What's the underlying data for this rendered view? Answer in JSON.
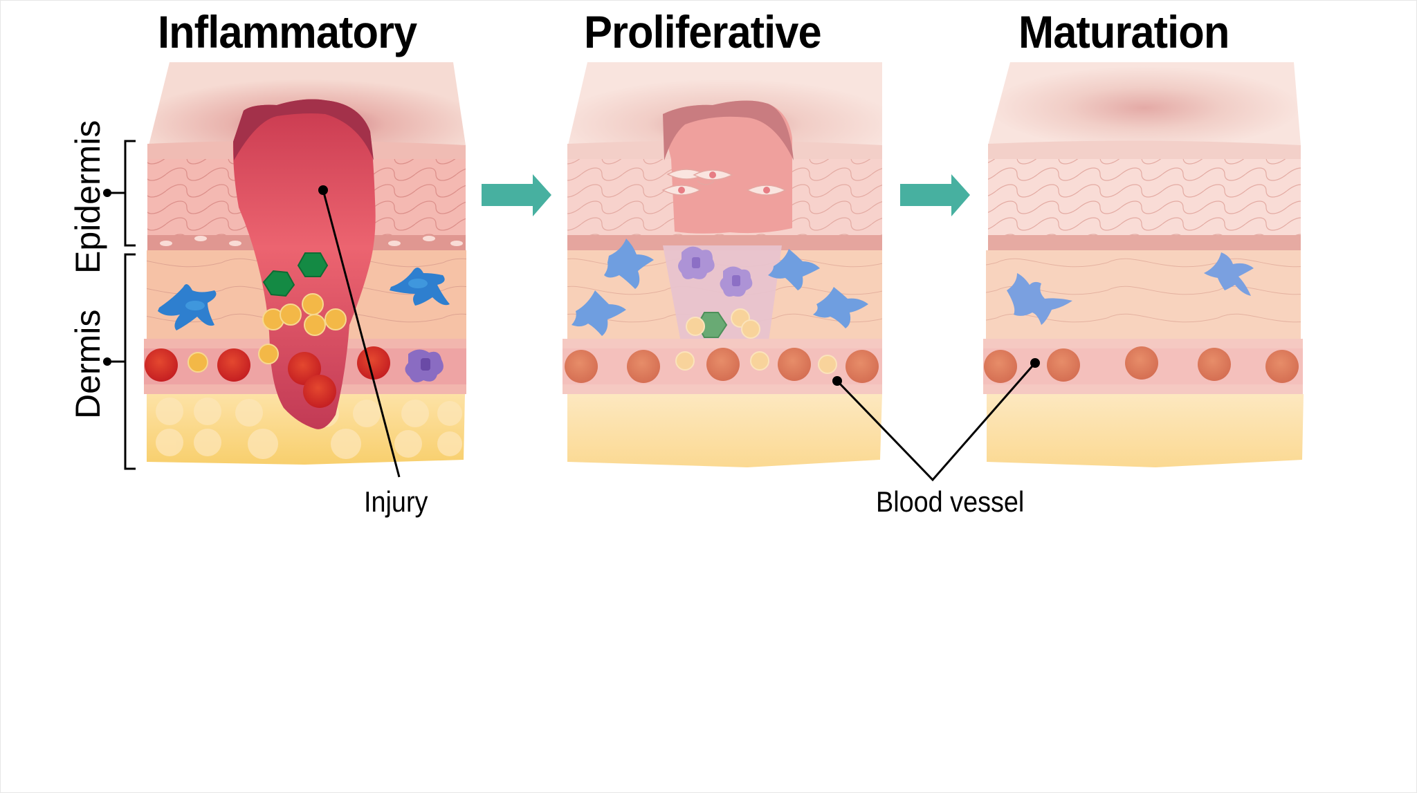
{
  "figure": {
    "stages": [
      {
        "title": "Inflammatory"
      },
      {
        "title": "Proliferative"
      },
      {
        "title": "Maturation"
      }
    ],
    "layers": {
      "epidermis": "Epidermis",
      "dermis": "Dermis"
    },
    "callouts": {
      "injury": "Injury",
      "blood_vessel": "Blood vessel"
    },
    "icons": [
      "right-arrow-icon",
      "right-arrow-icon"
    ],
    "colors": {
      "arrow": "#47b0a0",
      "wound": "#e45b68",
      "wound_edge": "#a3314a",
      "epidermis": "#f3c3bd",
      "dermis": "#f6c8ac",
      "fat": "#fbd98c",
      "red_cell": "#d9342a",
      "healed_red_cell": "#e3845f",
      "macrophage": "#2e7fcf",
      "platelet": "#f3b847",
      "bacteria": "#148a44",
      "mast_cell": "#8a6cc2"
    }
  }
}
